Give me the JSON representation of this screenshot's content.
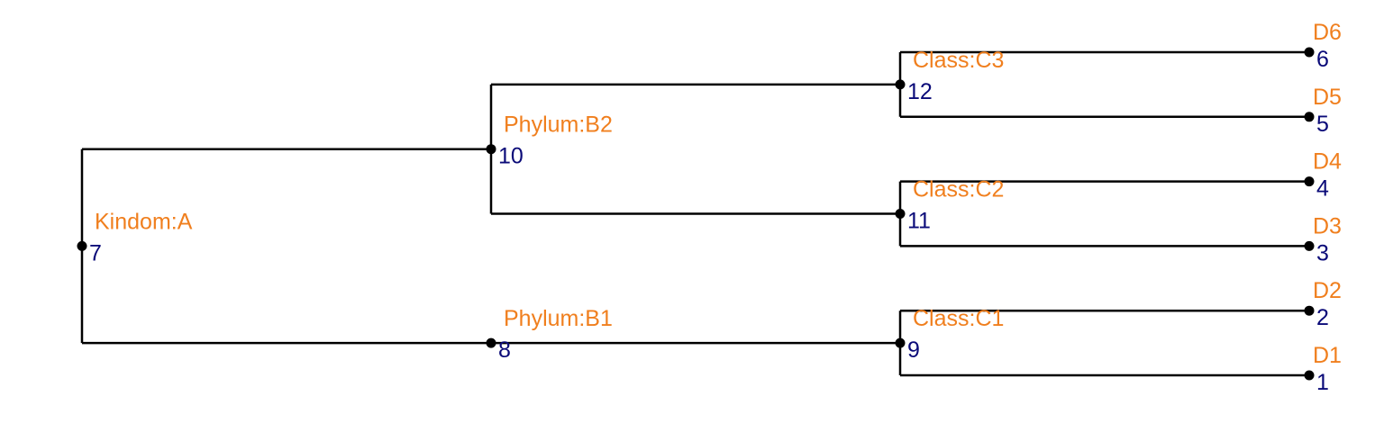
{
  "colors": {
    "label": "#f07f1e",
    "number": "#0a0a78",
    "line": "#000000"
  },
  "tree": {
    "nodes": [
      {
        "id": "7",
        "label": "Kindom:A",
        "number": "7",
        "depth": 0,
        "parent": null
      },
      {
        "id": "10",
        "label": "Phylum:B2",
        "number": "10",
        "depth": 1,
        "parent": "7"
      },
      {
        "id": "8",
        "label": "Phylum:B1",
        "number": "8",
        "depth": 1,
        "parent": "7"
      },
      {
        "id": "12",
        "label": "Class:C3",
        "number": "12",
        "depth": 2,
        "parent": "10"
      },
      {
        "id": "11",
        "label": "Class:C2",
        "number": "11",
        "depth": 2,
        "parent": "10"
      },
      {
        "id": "9",
        "label": "Class:C1",
        "number": "9",
        "depth": 2,
        "parent": "8"
      },
      {
        "id": "6",
        "label": "D6",
        "number": "6",
        "depth": 3,
        "parent": "12"
      },
      {
        "id": "5",
        "label": "D5",
        "number": "5",
        "depth": 3,
        "parent": "12"
      },
      {
        "id": "4",
        "label": "D4",
        "number": "4",
        "depth": 3,
        "parent": "11"
      },
      {
        "id": "3",
        "label": "D3",
        "number": "3",
        "depth": 3,
        "parent": "11"
      },
      {
        "id": "2",
        "label": "D2",
        "number": "2",
        "depth": 3,
        "parent": "9"
      },
      {
        "id": "1",
        "label": "D1",
        "number": "1",
        "depth": 3,
        "parent": "9"
      }
    ]
  }
}
